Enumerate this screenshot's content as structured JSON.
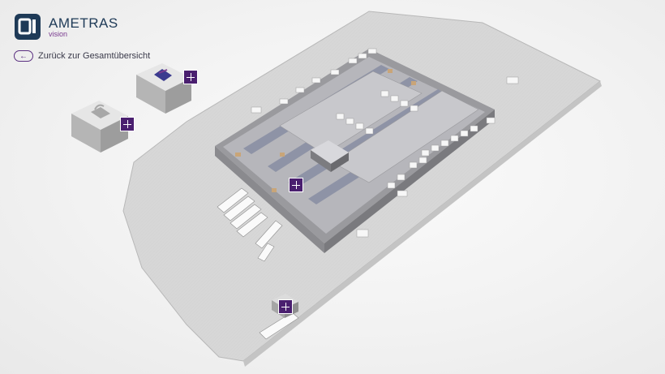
{
  "brand": {
    "name": "AMETRAS",
    "sub": "vision",
    "primary": "#1e3a57",
    "accent": "#5a2f80"
  },
  "nav": {
    "back_label": "Zurück zur Gesamtübersicht",
    "back_icon": "arrow-left-icon"
  },
  "scene": {
    "description_icon": "logistics-warehouse-3d-view"
  },
  "hotspots": [
    {
      "id": "building-ametras",
      "icon": "plus-icon"
    },
    {
      "id": "building-lock",
      "icon": "plus-icon"
    },
    {
      "id": "warehouse-center",
      "icon": "plus-icon"
    },
    {
      "id": "gate-house",
      "icon": "plus-icon"
    }
  ]
}
